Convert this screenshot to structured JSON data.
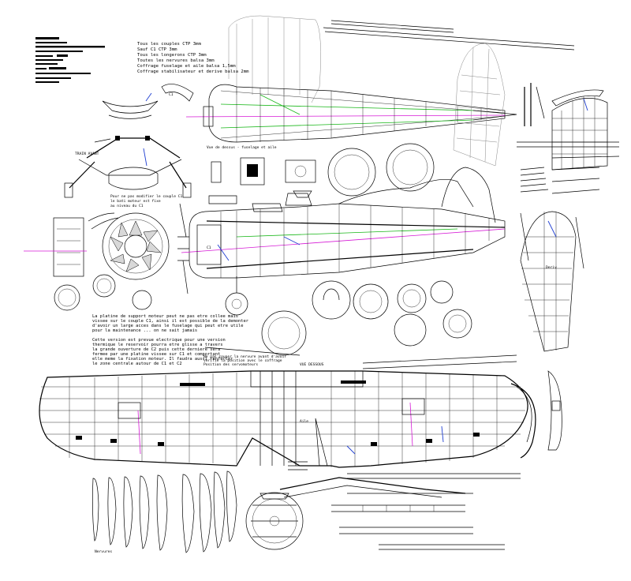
{
  "notes": {
    "header_lines": [
      "Tous les couples CTP 3mm",
      "Sauf C1 CTP 3mm",
      "Tous les longerons CTP 3mm",
      "Toutes les nervures balsa 3mm",
      "Coffrage fuselage et aile balsa 1,5mm",
      "Coffrage stabilisateur et derive balsa 2mm"
    ],
    "motor_mount_note": [
      "Pour ne pas modifier le couple C1",
      "le bati moteur est fixe",
      "au niveau du C1"
    ],
    "main_note_1": [
      "La platine de support moteur peut ne pas etre collee mais",
      "vissee sur le couple C1, ainsi il est possible de la demonter",
      "d'avoir un large acces dans le fuselage qui peut etre utile",
      "pour la maintenance ... on ne sait jamais"
    ],
    "main_note_2": [
      "Cette version est prevue electrique pour une version",
      "thermique le reservoir pourra etre glisse a travers",
      "la grande ouverture de C2 puis cette derniere sera",
      "fermee par une platine vissee sur C1 et comportant",
      "elle meme la fixation moteur. Il faudra aussi renforcer",
      "le zone centrale autour de C1 et C2"
    ],
    "wing_note": [
      "Ne pas couper la nervure avant d'avoir",
      "verifie la position avec le coffrage",
      "Position des servomoteurs"
    ],
    "side_caption": "Vue de dessus - fuselage et aile",
    "wing_view_title": "VUE DESSOUS"
  },
  "parts": {
    "fuselage_label": "C1",
    "tail_label": "Deriv",
    "wing_center": "Aile",
    "ribs": "Nervures"
  },
  "colors": {
    "ink": "#000000",
    "magenta": "#d61ad6",
    "green": "#17b617",
    "blue": "#1f3fd1",
    "paper": "#ffffff"
  }
}
